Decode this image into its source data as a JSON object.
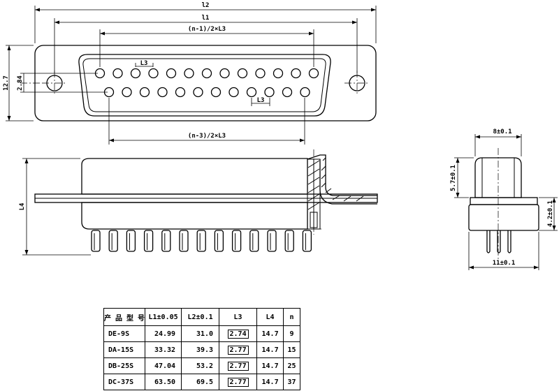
{
  "dimensions": {
    "l1": "l1",
    "l2": "l2",
    "pitch_top": "(n-1)/2×L3",
    "pitch_bottom": "(n-3)/2×L3",
    "l3_top": "L3",
    "l3_bottom": "L3",
    "height": "12.7",
    "row_spacing": "2.84",
    "l4": "L4",
    "side_width_top": "8±0.1",
    "side_height": "5.7±0.1",
    "side_offset": "4.2±0.1",
    "side_width_bottom": "11±0.1"
  },
  "table": {
    "headers": [
      "产 品 型 号",
      "L1±0.05",
      "L2±0.1",
      "L3",
      "L4",
      "n"
    ],
    "rows": [
      [
        "DE-9S",
        "24.99",
        "31.0",
        "2.74",
        "14.7",
        "9"
      ],
      [
        "DA-15S",
        "33.32",
        "39.3",
        "2.77",
        "14.7",
        "15"
      ],
      [
        "DB-25S",
        "47.04",
        "53.2",
        "2.77",
        "14.7",
        "25"
      ],
      [
        "DC-37S",
        "63.50",
        "69.5",
        "2.77",
        "14.7",
        "37"
      ]
    ]
  }
}
